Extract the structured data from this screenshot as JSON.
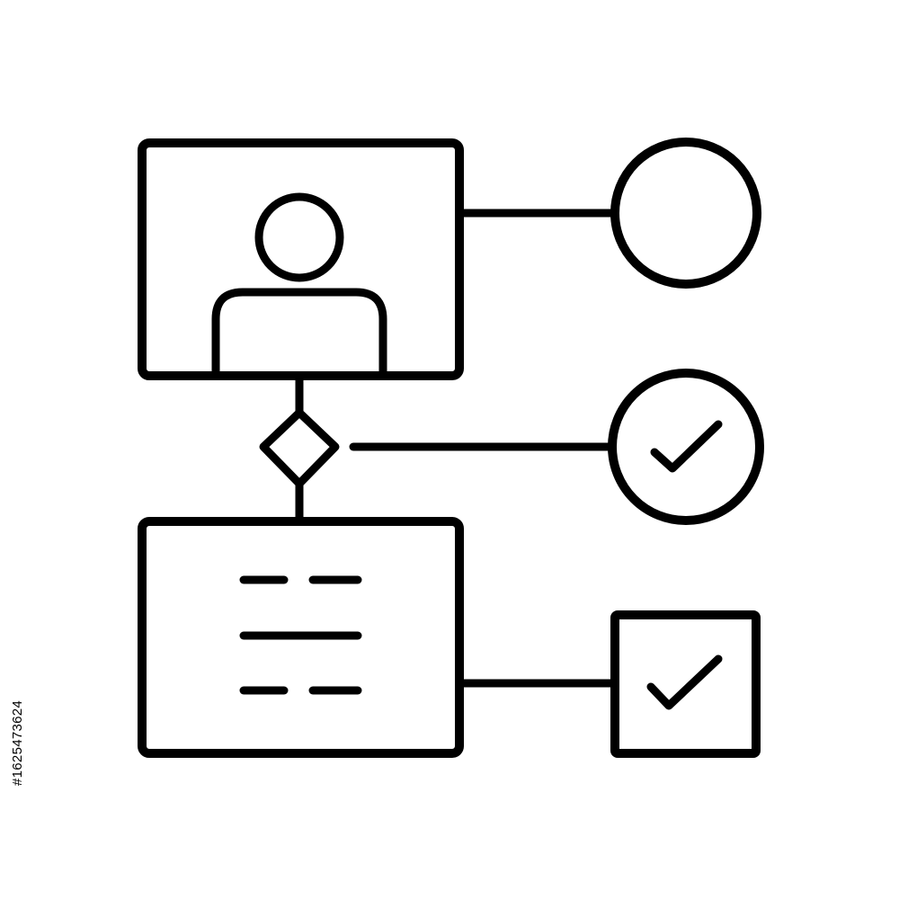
{
  "diagram": {
    "nodes": [
      {
        "id": "profile",
        "kind": "card",
        "icon": "user-icon"
      },
      {
        "id": "decision",
        "kind": "diamond"
      },
      {
        "id": "document",
        "kind": "card",
        "icon": "text-lines-icon"
      },
      {
        "id": "empty-status",
        "kind": "circle"
      },
      {
        "id": "approved-status",
        "kind": "circle",
        "icon": "checkmark-icon"
      },
      {
        "id": "checked-box",
        "kind": "square",
        "icon": "checkmark-icon"
      }
    ],
    "edges": [
      {
        "from": "profile",
        "to": "empty-status"
      },
      {
        "from": "profile",
        "to": "decision"
      },
      {
        "from": "decision",
        "to": "document"
      },
      {
        "from": "decision",
        "to": "approved-status"
      },
      {
        "from": "document",
        "to": "checked-box"
      }
    ],
    "colors": {
      "stroke": "#000000",
      "background": "#ffffff"
    }
  },
  "watermark": {
    "stock_id": "#1625473624"
  }
}
